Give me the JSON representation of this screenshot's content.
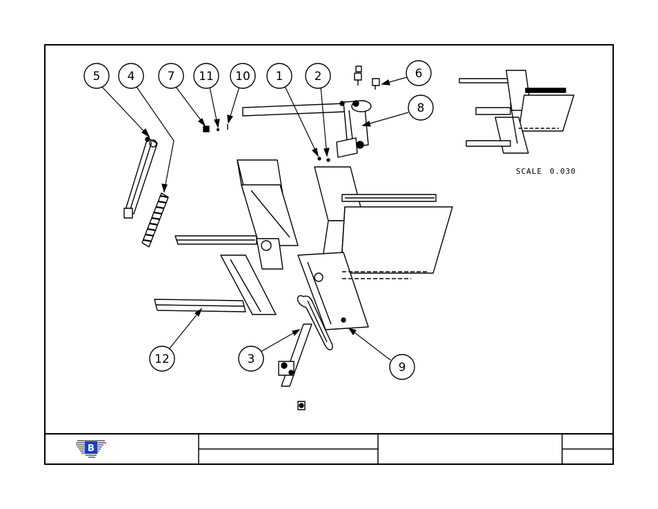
{
  "drawing": {
    "scale_label": "SCALE",
    "scale_value": "0.030",
    "callouts": [
      "5",
      "4",
      "7",
      "11",
      "10",
      "1",
      "2",
      "6",
      "8",
      "12",
      "3",
      "9"
    ]
  },
  "title_block": {
    "logo_letter": "B",
    "logo_color": "#1a3ccf"
  }
}
